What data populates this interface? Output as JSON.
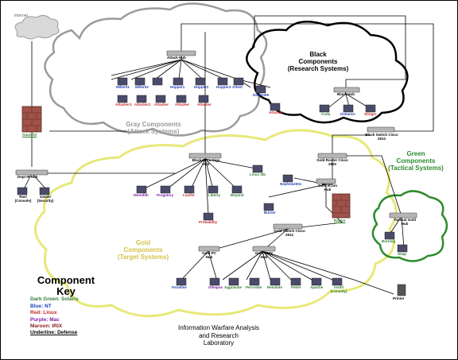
{
  "colors": {
    "gray_cloud": "#8c8c8c",
    "black_cloud": "#000000",
    "gold_cloud": "#e8e87a",
    "green_cloud": "#2e8b2e",
    "firewall": "#a0524a",
    "solaris": "#2e7d32",
    "nt": "#1f3fb5",
    "linux": "#c62828",
    "mac": "#7b1fa2",
    "irix": "#8b1a1a"
  },
  "clouds": {
    "internet": "Internet",
    "gray": {
      "line1": "Gray Components",
      "line2": "(Attack Systems)"
    },
    "black": {
      "line1": "Black",
      "line2": "Components",
      "line3": "(Research Systems)"
    },
    "green": {
      "line1": "Green",
      "line2": "Components",
      "line3": "(Tactical Systems)"
    },
    "gold": {
      "line1": "Gold",
      "line2": "Components",
      "line3": "(Target Systems)"
    }
  },
  "hubs": {
    "gray_hub": "Attack Hub",
    "black_hub": "Black Hub",
    "black_switch": "Black Switch Cisco 2912",
    "main_hub": "Black Ultra Giga Hub",
    "gold_router": "Gold Router Cisco 2600",
    "gold_hub": "Gold 3Com Hub",
    "left_hub": "Dept IP Hub",
    "gold_switch": "Gold Switch Cisco 2912",
    "gold_pc_hub": "Gold PC Hub",
    "gold_unix_hub": "Gold UNIX Hub",
    "tactical_hub": "Tactical Gold Hub"
  },
  "machines": {
    "gray_top": [
      "Miller01",
      "Miller02",
      "Hopper1",
      "Hopper2",
      "Hopper3"
    ],
    "gray_mid": [
      "Attacker1",
      "Attacker2",
      "Attacker",
      "Attacker",
      "Attacker"
    ],
    "gray_right": [
      "Attest",
      "Raiden09",
      "Attacker"
    ],
    "black": [
      "Coda",
      "Distance",
      "Stinger"
    ],
    "main_row": [
      "Monolith",
      "Purgatory",
      "Lucifer",
      "Liberty",
      "Beyond"
    ],
    "main_extra": [
      "Probability",
      "Linux 3tb"
    ],
    "gold_mid": [
      "Burner",
      "Nephew2001"
    ],
    "left_hub_pcs": [
      "Ravi (Console)",
      "Jasper (Security)"
    ],
    "gold_pc": [
      "Paradise",
      "Olimpus"
    ],
    "gold_unix": [
      "Aggravate",
      "Percolate",
      "Resolute",
      "Fetter",
      "Apache",
      "Instill (Comedy)"
    ],
    "tactical": [
      "Burning",
      "Snap"
    ],
    "printer": "Printer"
  },
  "firewalls": {
    "left": "Gauntlet",
    "right": "Raptor"
  },
  "key": {
    "title": "Component",
    "title2": "Key",
    "items": [
      {
        "text": "Dark Green: Solaris",
        "color": "#2e7d32"
      },
      {
        "text": "Blue: NT",
        "color": "#1f3fb5"
      },
      {
        "text": "Red: Linux",
        "color": "#c62828"
      },
      {
        "text": "Purple: Mac",
        "color": "#7b1fa2"
      },
      {
        "text": "Maroon: IRIX",
        "color": "#8b1a1a"
      },
      {
        "text": "Underline: Defense",
        "color": "#000000"
      }
    ]
  },
  "footer": {
    "line1": "Information Warfare Analysis",
    "line2": "and Research",
    "line3": "Laboratory"
  }
}
